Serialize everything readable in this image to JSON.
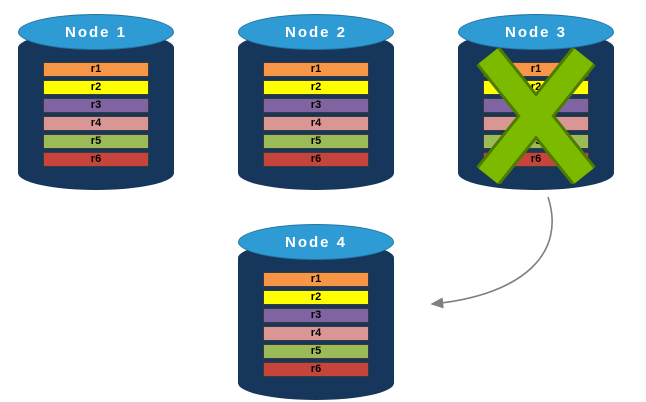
{
  "nodes": [
    {
      "label": "Node 1",
      "rows": [
        "r1",
        "r2",
        "r3",
        "r4",
        "r5",
        "r6"
      ],
      "failed": false
    },
    {
      "label": "Node 2",
      "rows": [
        "r1",
        "r2",
        "r3",
        "r4",
        "r5",
        "r6"
      ],
      "failed": false
    },
    {
      "label": "Node 3",
      "rows": [
        "r1",
        "r2",
        "r3",
        "r4",
        "r5",
        "r6"
      ],
      "failed": true
    },
    {
      "label": "Node 4",
      "rows": [
        "r1",
        "r2",
        "r3",
        "r4",
        "r5",
        "r6"
      ],
      "failed": false
    }
  ],
  "row_colors": {
    "r1": "#F79646",
    "r2": "#FFFF00",
    "r3": "#8064A2",
    "r4": "#D99694",
    "r5": "#9BBB59",
    "r6": "#C5443C"
  },
  "colors": {
    "cylinder_body": "#16365C",
    "cylinder_top": "#2E9BD5",
    "failure_x_fill": "#7CBA00",
    "failure_x_outline": "#4E7A00",
    "arrow": "#7F7F7F"
  }
}
